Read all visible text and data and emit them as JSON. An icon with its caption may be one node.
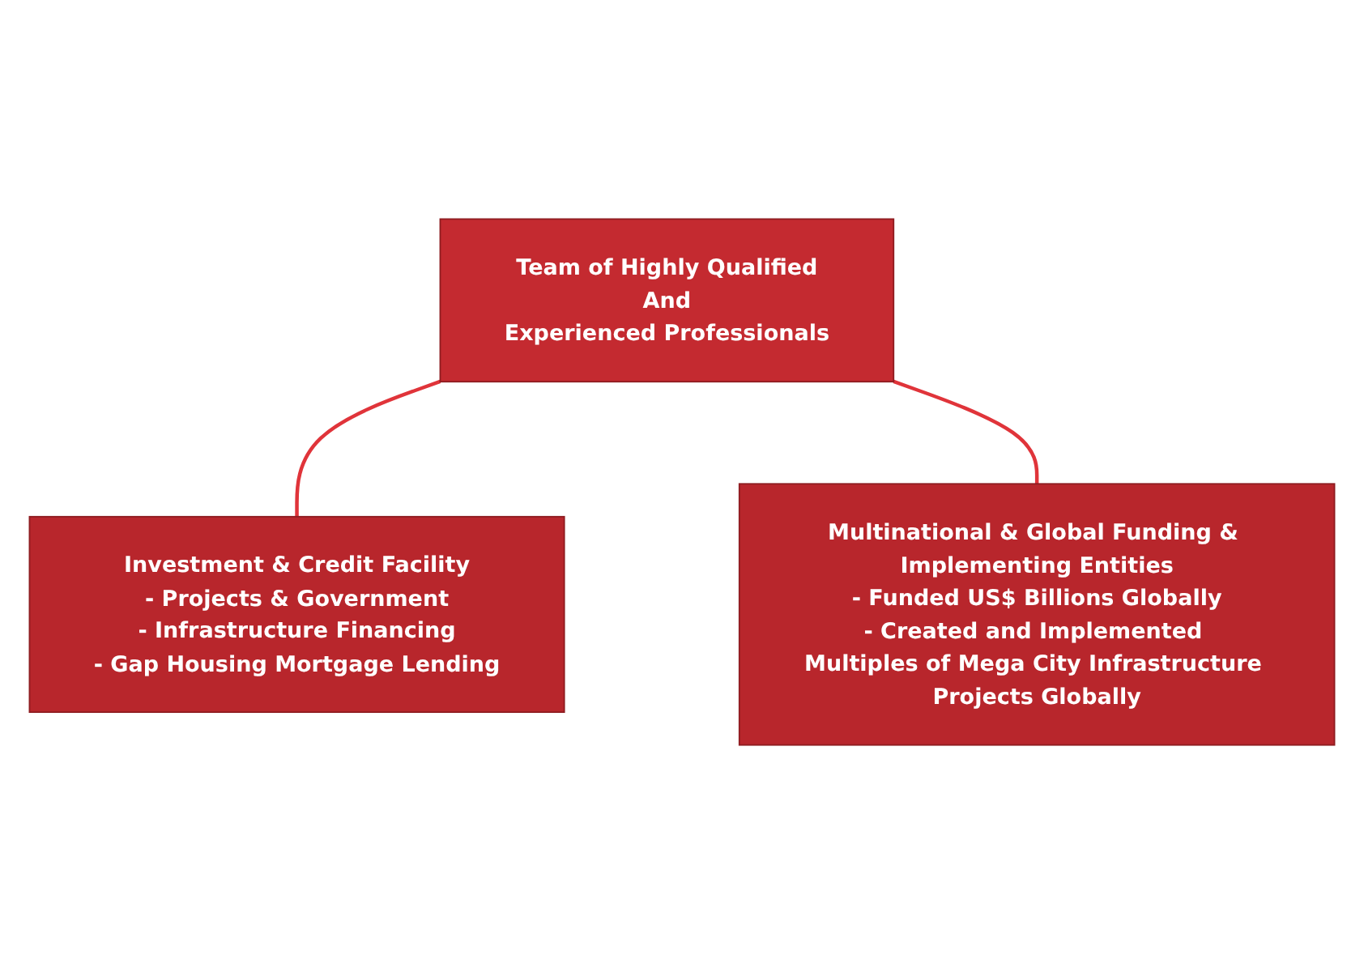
{
  "diagram": {
    "nodes": [
      {
        "text": [
          "Team of Highly Qualified",
          "And",
          "Experienced Professionals"
        ]
      },
      {
        "text": [
          "Investment & Credit Facility",
          "- Projects & Government",
          "- Infrastructure Financing",
          "- Gap Housing Mortgage Lending"
        ]
      },
      {
        "text": [
          "Multinational & Global Funding & Implementing Entities",
          "- Funded US$ Billions Globally",
          "- Created and Implemented Multiples of Mega City Infrastructure Projects Globally"
        ]
      }
    ],
    "edges": [
      {
        "from": 0,
        "to": 1,
        "arrow": "none"
      },
      {
        "from": 0,
        "to": 2,
        "arrow": "none"
      }
    ]
  }
}
